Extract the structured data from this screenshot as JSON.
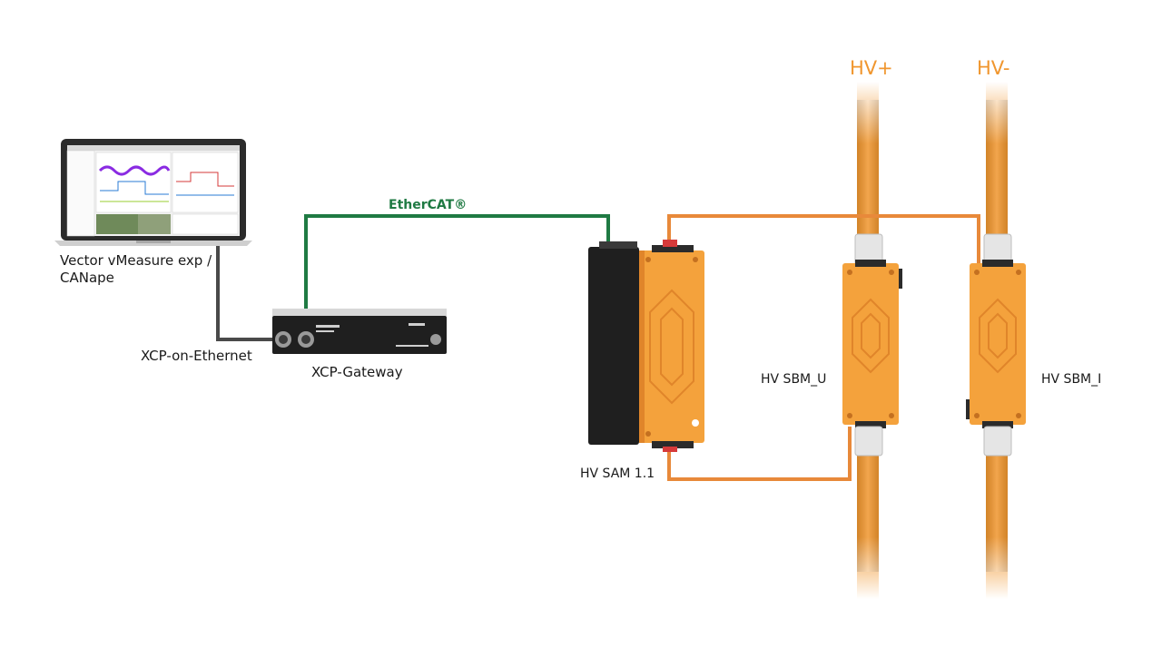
{
  "labels": {
    "laptop_line1": "Vector vMeasure exp /",
    "laptop_line2": "CANape",
    "xcp_eth": "XCP-on-Ethernet",
    "gateway": "XCP-Gateway",
    "ethercat": "EtherCAT®",
    "sam": "HV SAM 1.1",
    "sbm_u": "HV SBM_U",
    "sbm_i": "HV SBM_I",
    "hv_plus": "HV+",
    "hv_minus": "HV-"
  },
  "colors": {
    "orange": "#f4a23c",
    "orange_dark": "#e0852a",
    "cable_orange": "#f0962e",
    "ethercat_green": "#1f7a43",
    "eth_gray": "#4a4a4a",
    "device_black": "#1f1f1f"
  }
}
